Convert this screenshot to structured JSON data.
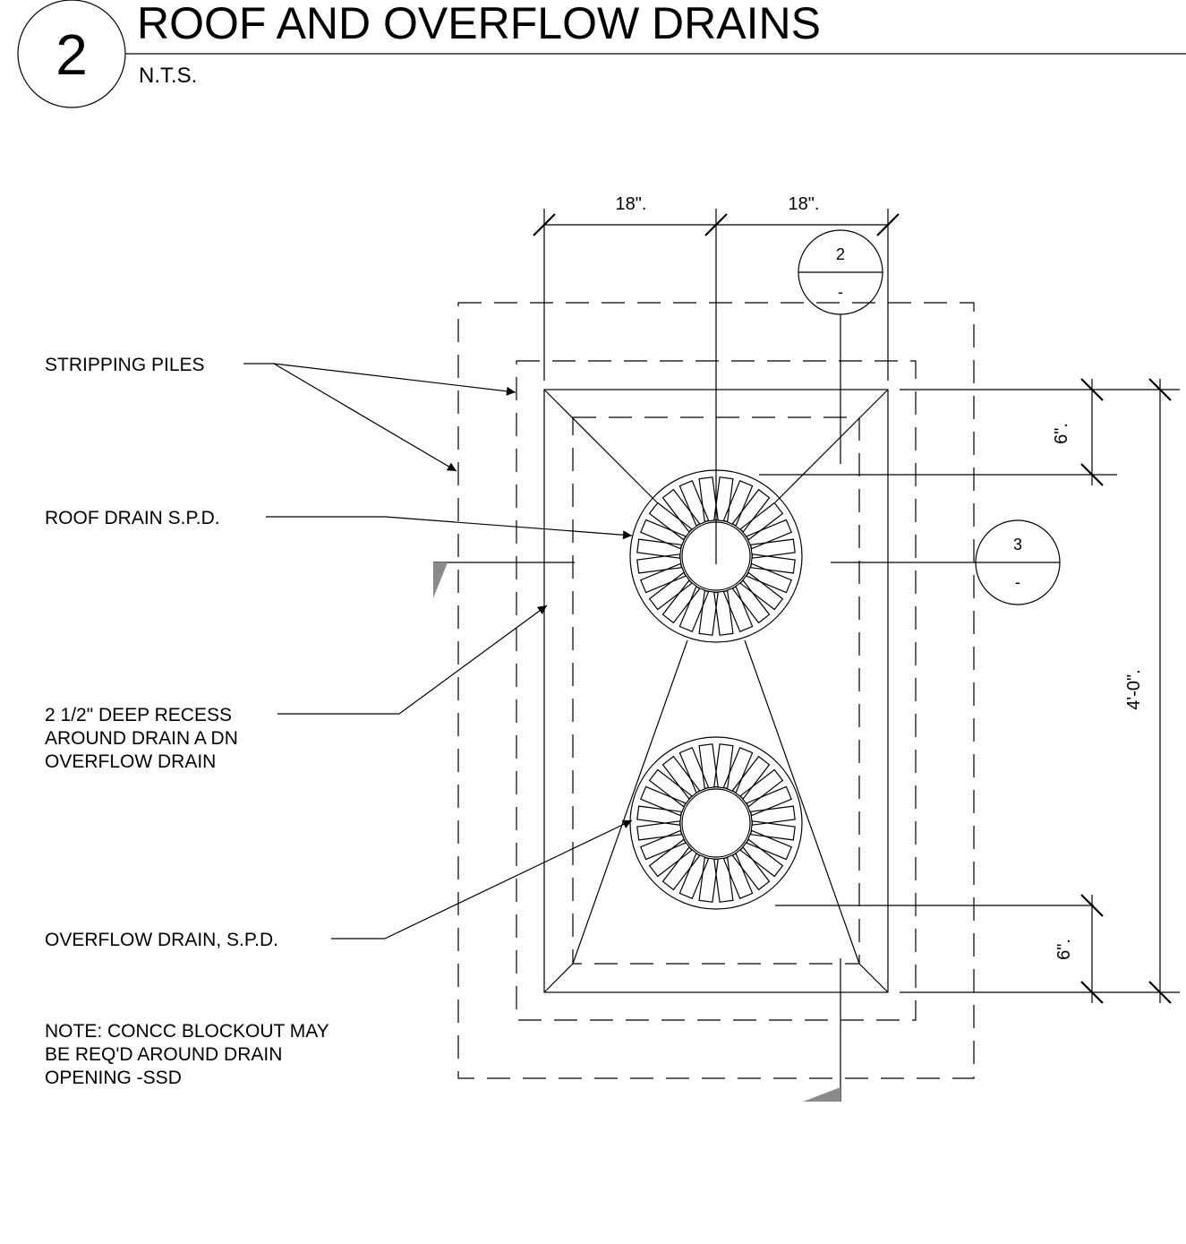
{
  "title": {
    "detail_number": "2",
    "heading": "ROOF AND OVERFLOW DRAINS",
    "scale": "N.T.S."
  },
  "dimensions": {
    "top_left": "18\".",
    "top_right": "18\".",
    "right_top": "6\".",
    "right_bottom": "6\".",
    "overall_height": "4'-0\"."
  },
  "section_tags": [
    {
      "top": "2",
      "bottom": "-"
    },
    {
      "top": "3",
      "bottom": "-"
    }
  ],
  "callouts": {
    "stripping_piles": "STRIPPING PILES",
    "roof_drain": "ROOF DRAIN S.P.D.",
    "recess_lines": [
      "2 1/2\" DEEP RECESS",
      "AROUND DRAIN A DN",
      "OVERFLOW DRAIN"
    ],
    "overflow_drain": "OVERFLOW DRAIN, S.P.D.",
    "note_lines": [
      "NOTE: CONCC BLOCKOUT MAY",
      "BE REQ'D AROUND DRAIN",
      "OPENING -SSD"
    ]
  }
}
